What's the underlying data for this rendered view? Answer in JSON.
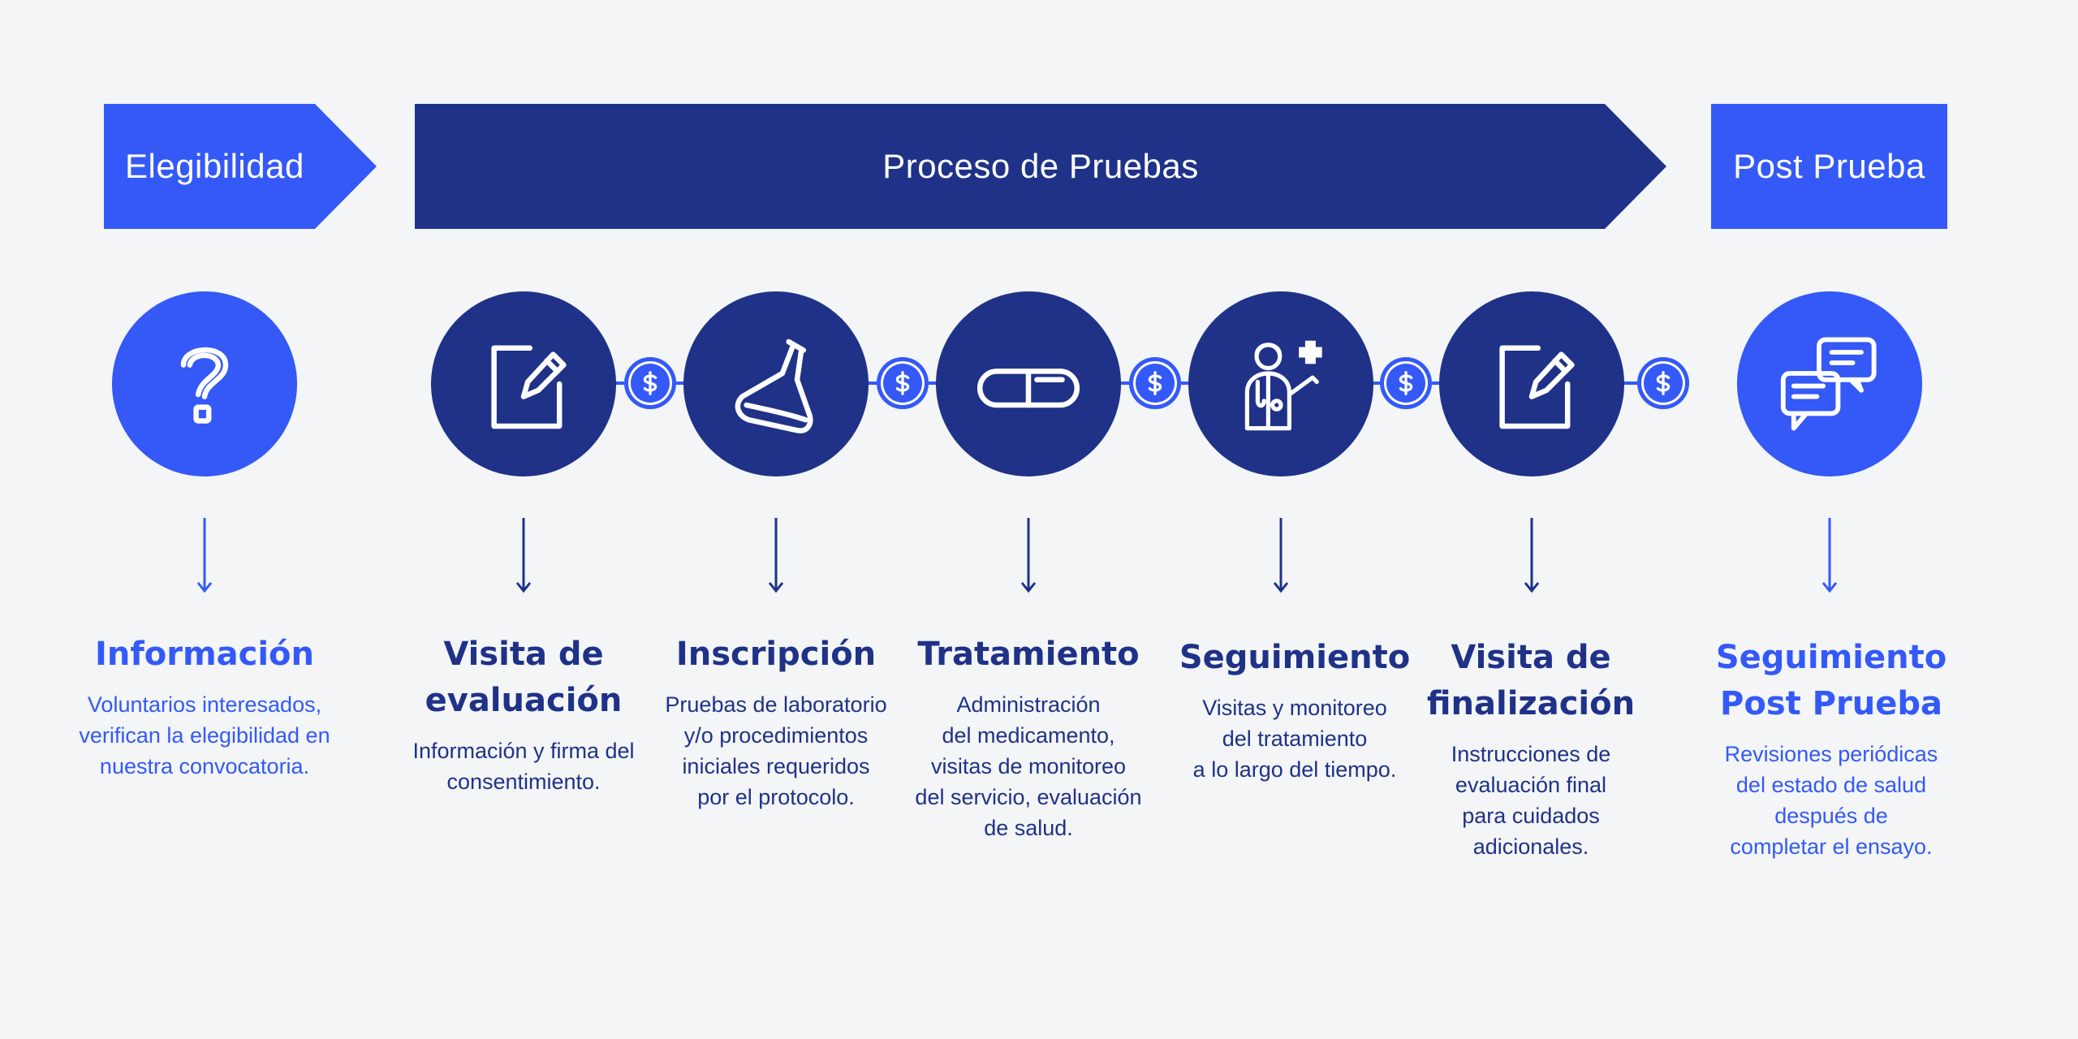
{
  "banners": {
    "elegibilidad": "Elegibilidad",
    "proceso": "Proceso de Pruebas",
    "post": "Post Prueba"
  },
  "colors": {
    "background": "#f3f5f6",
    "accent_light": "#3459f7",
    "accent_dark": "#1f3288",
    "icon": "#ffffff"
  },
  "steps": [
    {
      "icon": "question-mark-icon",
      "title": [
        "Información"
      ],
      "description": [
        "Voluntarios interesados,",
        "verifican la elegibilidad en",
        "nuestra convocatoria."
      ]
    },
    {
      "icon": "edit-document-icon",
      "title": [
        "Visita de",
        "evaluación"
      ],
      "description": [
        "Información y firma del",
        "consentimiento."
      ]
    },
    {
      "icon": "flask-icon",
      "title": [
        "Inscripción"
      ],
      "description": [
        "Pruebas de laboratorio",
        "y/o procedimientos",
        "iniciales requeridos",
        "por el protocolo."
      ]
    },
    {
      "icon": "pill-icon",
      "title": [
        "Tratamiento"
      ],
      "description": [
        "Administración",
        "del medicamento,",
        "visitas de monitoreo",
        "del servicio, evaluación",
        "de salud."
      ]
    },
    {
      "icon": "doctor-icon",
      "title": [
        "Seguimiento"
      ],
      "description": [
        "Visitas y monitoreo",
        "del tratamiento",
        "a lo largo del tiempo."
      ]
    },
    {
      "icon": "edit-document-icon",
      "title": [
        "Visita de",
        "finalización"
      ],
      "description": [
        "Instrucciones de",
        "evaluación final",
        "para cuidados",
        "adicionales."
      ]
    },
    {
      "icon": "chat-bubbles-icon",
      "title": [
        "Seguimiento",
        "Post Prueba"
      ],
      "description": [
        "Revisiones periódicas",
        "del estado de salud",
        "después de",
        "completar el ensayo."
      ]
    }
  ],
  "coin_icon": "dollar-coin-icon"
}
